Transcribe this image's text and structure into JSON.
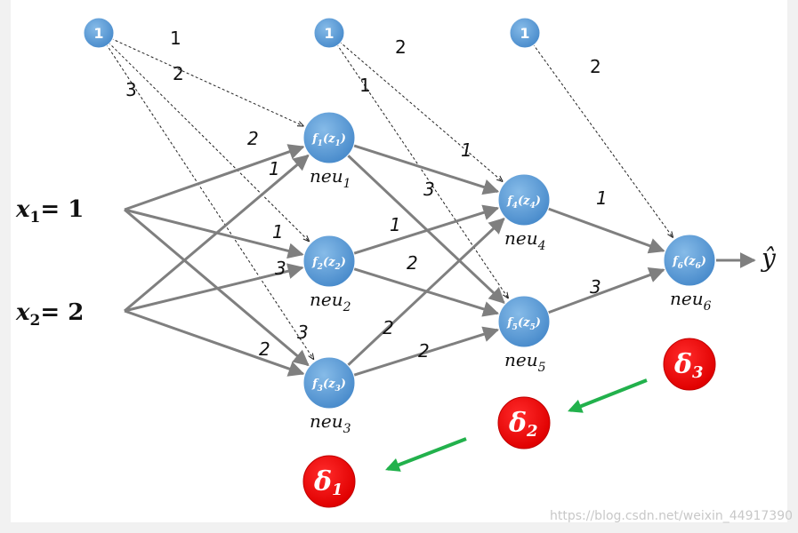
{
  "bias_nodes": [
    {
      "id": "b1",
      "label": "1",
      "weights": [
        {
          "target": "n1",
          "label": "1"
        },
        {
          "target": "n2",
          "label": "2"
        },
        {
          "target": "n3",
          "label": "3"
        }
      ]
    },
    {
      "id": "b2",
      "label": "1",
      "weights": [
        {
          "target": "n4",
          "label": "2"
        },
        {
          "target": "n5",
          "label": "1"
        }
      ]
    },
    {
      "id": "b3",
      "label": "1",
      "weights": [
        {
          "target": "n6",
          "label": "2"
        }
      ]
    }
  ],
  "inputs": [
    {
      "id": "x1",
      "var": "x",
      "sub": "1",
      "value": "= 1"
    },
    {
      "id": "x2",
      "var": "x",
      "sub": "2",
      "value": "= 2"
    }
  ],
  "neurons": [
    {
      "id": "n1",
      "fn": "f",
      "idx": "1",
      "name": "neu",
      "name_sub": "1"
    },
    {
      "id": "n2",
      "fn": "f",
      "idx": "2",
      "name": "neu",
      "name_sub": "2"
    },
    {
      "id": "n3",
      "fn": "f",
      "idx": "3",
      "name": "neu",
      "name_sub": "3"
    },
    {
      "id": "n4",
      "fn": "f",
      "idx": "4",
      "name": "neu",
      "name_sub": "4"
    },
    {
      "id": "n5",
      "fn": "f",
      "idx": "5",
      "name": "neu",
      "name_sub": "5"
    },
    {
      "id": "n6",
      "fn": "f",
      "idx": "6",
      "name": "neu",
      "name_sub": "6"
    }
  ],
  "edges": [
    {
      "from": "x1",
      "to": "n1",
      "label": "2"
    },
    {
      "from": "x2",
      "to": "n1",
      "label": "1"
    },
    {
      "from": "x1",
      "to": "n2",
      "label": "1"
    },
    {
      "from": "x2",
      "to": "n2",
      "label": "3"
    },
    {
      "from": "x1",
      "to": "n3",
      "label": "3"
    },
    {
      "from": "x2",
      "to": "n3",
      "label": "2"
    },
    {
      "from": "n1",
      "to": "n4",
      "label": "1"
    },
    {
      "from": "n1",
      "to": "n5",
      "label": "3"
    },
    {
      "from": "n2",
      "to": "n4",
      "label": "1"
    },
    {
      "from": "n2",
      "to": "n5",
      "label": "2"
    },
    {
      "from": "n3",
      "to": "n4",
      "label": "2"
    },
    {
      "from": "n3",
      "to": "n5",
      "label": "2"
    },
    {
      "from": "n4",
      "to": "n6",
      "label": "1"
    },
    {
      "from": "n5",
      "to": "n6",
      "label": "3"
    }
  ],
  "output": {
    "symbol": "ŷ"
  },
  "deltas": [
    {
      "id": "d3",
      "symbol": "δ",
      "sub": "3"
    },
    {
      "id": "d2",
      "symbol": "δ",
      "sub": "2"
    },
    {
      "id": "d1",
      "symbol": "δ",
      "sub": "1"
    }
  ],
  "watermark": "https://blog.csdn.net/weixin_44917390",
  "colors": {
    "node_fill": "#5b9bd5",
    "node_fill_light": "#86bbe8",
    "edge": "#7f7f7f",
    "delta_fill": "#ff0000",
    "backprop_arrow": "#22b14c"
  }
}
